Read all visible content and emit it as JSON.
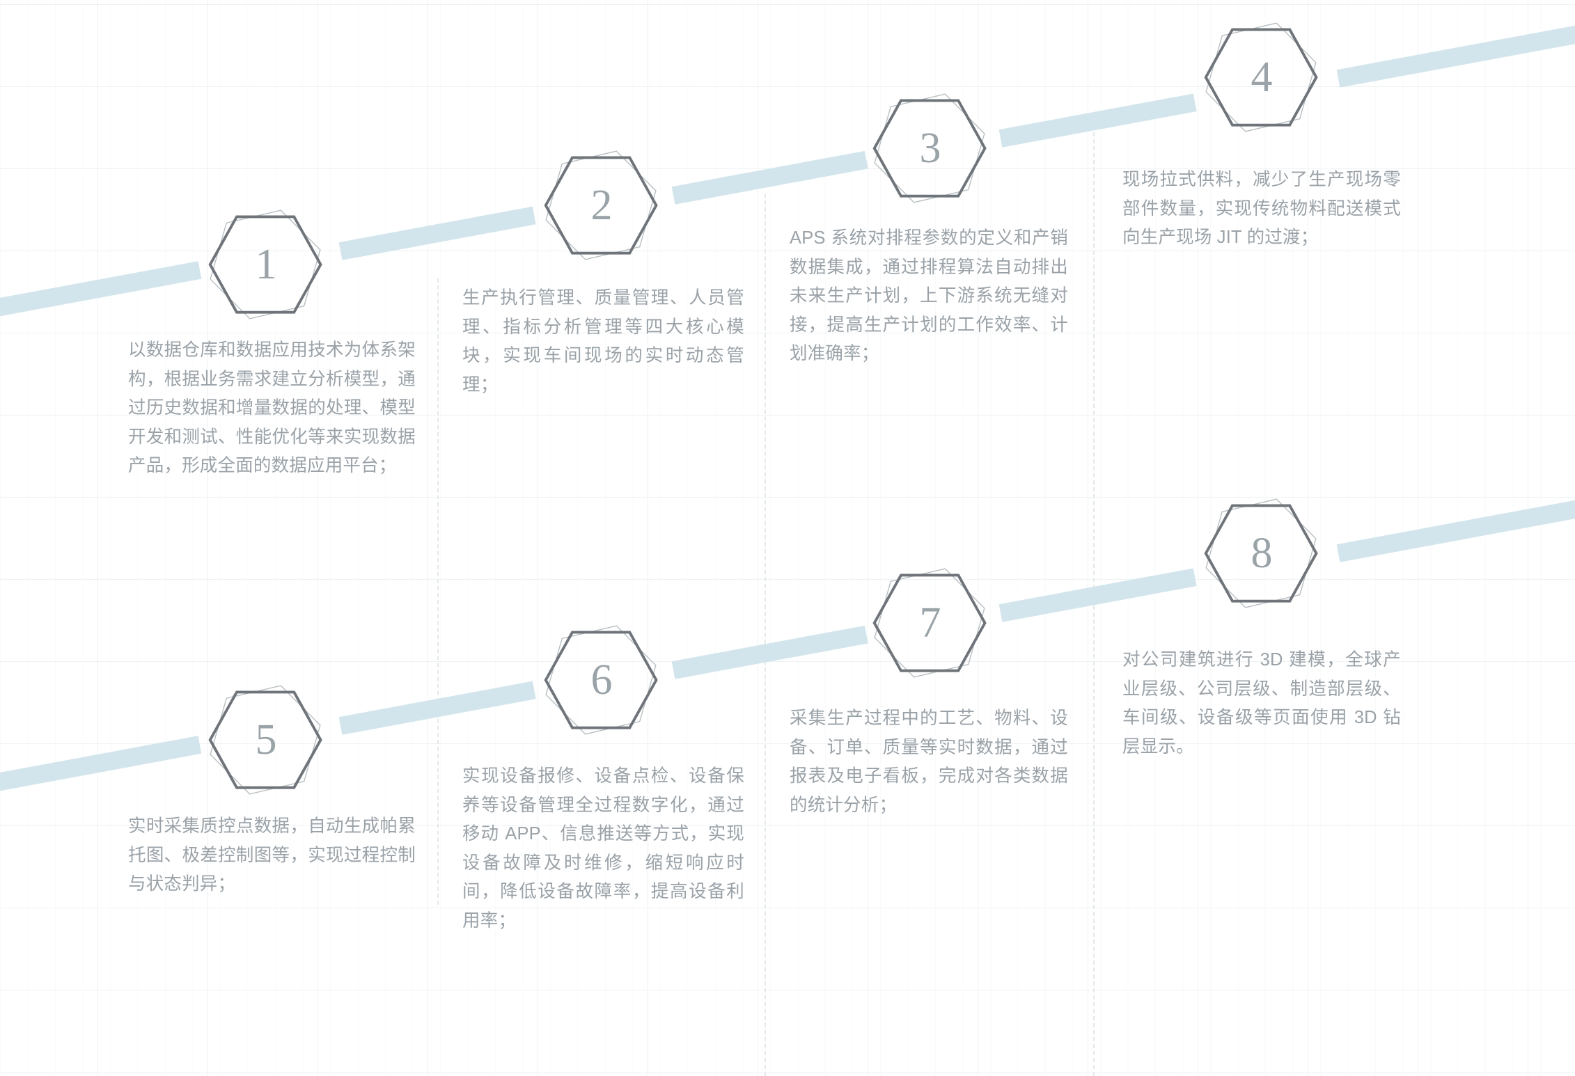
{
  "theme": {
    "background": "#ffffff",
    "text_color": "#9aa2a8",
    "hexagon_stroke": "#6e7479",
    "hexagon_ghost_stroke": "#b9bfc2",
    "connector_bar": "#d3e5ec",
    "grid_line": "#e2e8ea",
    "divider": "#e4e9ea"
  },
  "steps": [
    {
      "number": "1",
      "text": "以数据仓库和数据应用技术为体系架构，根据业务需求建立分析模型，通过历史数据和增量数据的处理、模型开发和测试、性能优化等来实现数据产品，形成全面的数据应用平台；"
    },
    {
      "number": "2",
      "text": "生产执行管理、质量管理、人员管理、指标分析管理等四大核心模块，实现车间现场的实时动态管理；"
    },
    {
      "number": "3",
      "text": "APS 系统对排程参数的定义和产销数据集成，通过排程算法自动排出未来生产计划，上下游系统无缝对接，提高生产计划的工作效率、计划准确率；"
    },
    {
      "number": "4",
      "text": "现场拉式供料，减少了生产现场零部件数量，实现传统物料配送模式向生产现场 JIT 的过渡；"
    },
    {
      "number": "5",
      "text": "实时采集质控点数据，自动生成帕累托图、极差控制图等，实现过程控制与状态判异；"
    },
    {
      "number": "6",
      "text": "实现设备报修、设备点检、设备保养等设备管理全过程数字化，通过移动 APP、信息推送等方式，实现设备故障及时维修，缩短响应时间，降低设备故障率，提高设备利用率；"
    },
    {
      "number": "7",
      "text": "采集生产过程中的工艺、物料、设备、订单、质量等实时数据，通过报表及电子看板，完成对各类数据的统计分析；"
    },
    {
      "number": "8",
      "text": "对公司建筑进行 3D 建模，全球产业层级、公司层级、制造部层级、车间级、设备级等页面使用 3D 钻层显示。"
    }
  ]
}
